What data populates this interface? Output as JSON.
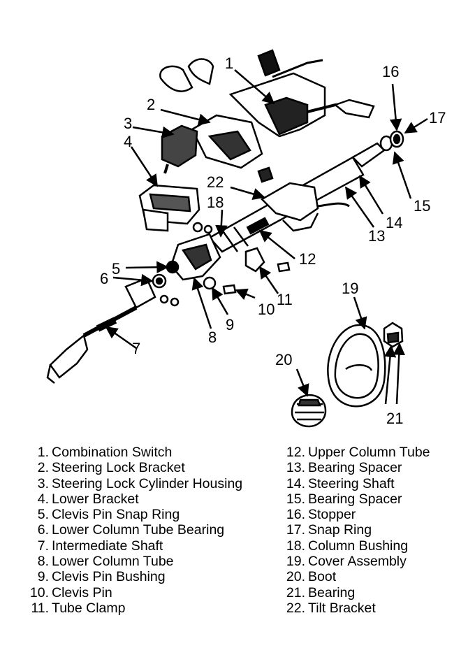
{
  "callouts": [
    "1",
    "2",
    "3",
    "4",
    "5",
    "6",
    "7",
    "8",
    "9",
    "10",
    "11",
    "12",
    "13",
    "14",
    "15",
    "16",
    "17",
    "18",
    "19",
    "20",
    "21",
    "22"
  ],
  "legend": {
    "left": [
      {
        "num": "1.",
        "label": "Combination Switch"
      },
      {
        "num": "2.",
        "label": "Steering Lock Bracket"
      },
      {
        "num": "3.",
        "label": "Steering Lock Cylinder Housing"
      },
      {
        "num": "4.",
        "label": "Lower Bracket"
      },
      {
        "num": "5.",
        "label": "Clevis Pin Snap Ring"
      },
      {
        "num": "6.",
        "label": "Lower Column Tube Bearing"
      },
      {
        "num": "7.",
        "label": "Intermediate Shaft"
      },
      {
        "num": "8.",
        "label": "Lower Column Tube"
      },
      {
        "num": "9.",
        "label": "Clevis Pin Bushing"
      },
      {
        "num": "10.",
        "label": "Clevis Pin"
      },
      {
        "num": "11.",
        "label": "Tube Clamp"
      }
    ],
    "right": [
      {
        "num": "12.",
        "label": "Upper Column Tube"
      },
      {
        "num": "13.",
        "label": "Bearing Spacer"
      },
      {
        "num": "14.",
        "label": "Steering Shaft"
      },
      {
        "num": "15.",
        "label": "Bearing Spacer"
      },
      {
        "num": "16.",
        "label": "Stopper"
      },
      {
        "num": "17.",
        "label": "Snap Ring"
      },
      {
        "num": "18.",
        "label": "Column Bushing"
      },
      {
        "num": "19.",
        "label": "Cover Assembly"
      },
      {
        "num": "20.",
        "label": "Boot"
      },
      {
        "num": "21.",
        "label": "Bearing"
      },
      {
        "num": "22.",
        "label": "Tilt Bracket"
      }
    ]
  }
}
